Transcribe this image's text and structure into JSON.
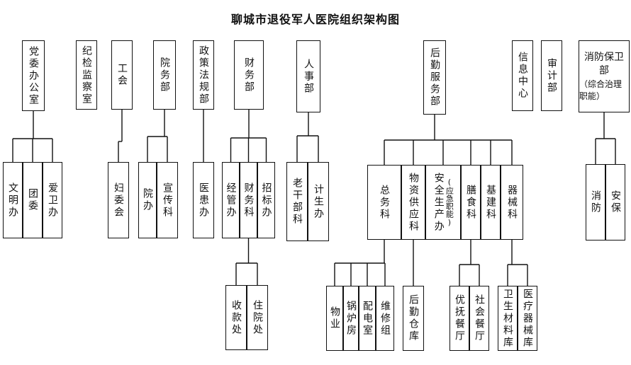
{
  "title": "聊城市退役军人医院组织架构图",
  "departments": [
    {
      "key": "dw",
      "label": "党委办公室"
    },
    {
      "key": "jj",
      "label": "纪检监察室"
    },
    {
      "key": "gh",
      "label": "工会"
    },
    {
      "key": "yw",
      "label": "院务部"
    },
    {
      "key": "zc",
      "label": "政策法规部"
    },
    {
      "key": "cw",
      "label": "财务部"
    },
    {
      "key": "rs",
      "label": "人事部"
    },
    {
      "key": "hq",
      "label": "后勤服务部"
    },
    {
      "key": "xx",
      "label": "信息中心"
    },
    {
      "key": "sj",
      "label": "审计部"
    },
    {
      "key": "xf",
      "label": "消防保卫部",
      "sub": "（综合治理职能）"
    }
  ],
  "sections": [
    {
      "key": "wmb",
      "label": "文明办"
    },
    {
      "key": "tw",
      "label": "团委"
    },
    {
      "key": "awb",
      "label": "爱卫办"
    },
    {
      "key": "fwh",
      "label": "妇委会"
    },
    {
      "key": "yb",
      "label": "院办"
    },
    {
      "key": "xck",
      "label": "宣传科"
    },
    {
      "key": "yhb",
      "label": "医患办"
    },
    {
      "key": "jgb",
      "label": "经管办"
    },
    {
      "key": "cwk",
      "label": "财务科"
    },
    {
      "key": "zbb",
      "label": "招标办"
    },
    {
      "key": "lgb",
      "label": "老干部科"
    },
    {
      "key": "jsb",
      "label": "计生办"
    },
    {
      "key": "zwk",
      "label": "总务科"
    },
    {
      "key": "wzk",
      "label": "物资供应科"
    },
    {
      "key": "aqb",
      "label": "安全生产办",
      "sub": "(应急职能)"
    },
    {
      "key": "ssk",
      "label": "膳食科"
    },
    {
      "key": "jjk",
      "label": "基建科"
    },
    {
      "key": "qxk",
      "label": "器械科"
    },
    {
      "key": "xfk",
      "label": "消防"
    },
    {
      "key": "ab",
      "label": "安保"
    }
  ],
  "units": [
    {
      "key": "skc",
      "label": "收款处"
    },
    {
      "key": "zyc",
      "label": "住院处"
    },
    {
      "key": "wy",
      "label": "物业"
    },
    {
      "key": "glf",
      "label": "锅炉房"
    },
    {
      "key": "pds",
      "label": "配电室"
    },
    {
      "key": "wxz",
      "label": "维修组"
    },
    {
      "key": "hqck",
      "label": "后勤仓库"
    },
    {
      "key": "yfct",
      "label": "优抚餐厅"
    },
    {
      "key": "shct",
      "label": "社会餐厅"
    },
    {
      "key": "wscl",
      "label": "卫生材料库"
    },
    {
      "key": "ylqx",
      "label": "医疗器械库"
    }
  ]
}
